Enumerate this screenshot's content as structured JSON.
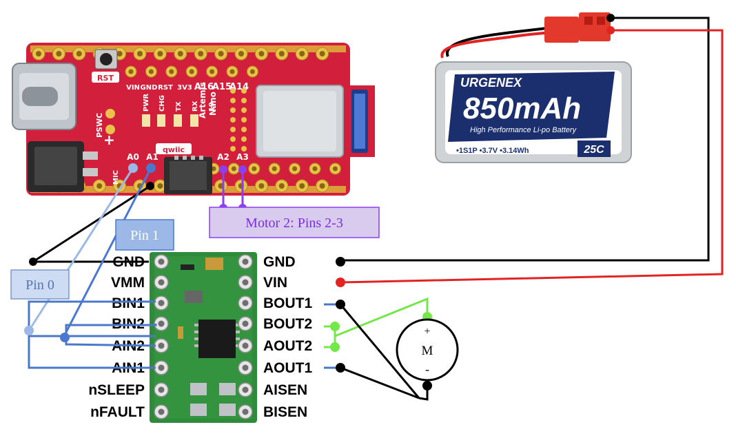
{
  "colors": {
    "board_red": "#d21f3c",
    "driver_green": "#2e8b3a",
    "wire_black": "#000000",
    "wire_red": "#e32222",
    "motor2_purple": "#8b3ff0",
    "pin1_blue": "#4a78d0",
    "pin0_light_blue": "#9cb8e6",
    "green_wire": "#74e84a",
    "driver_in_wire": "#4a78c8"
  },
  "battery": {
    "brand": "URGENEX",
    "capacity": "850mAh",
    "tagline": "High Performance Li-po Battery",
    "specs": "•1S1P •3.7V •3.14Wh",
    "rating": "25C"
  },
  "microcontroller": {
    "rst_label": "RST",
    "pswc_label": "PSWC",
    "mic_label": "MIC",
    "qwiic_label": "qwiic",
    "product_name_1": "Artemis",
    "product_name_2": "Nano",
    "top_pins": [
      "VIN",
      "GND",
      "RST",
      "3V3",
      "A16",
      "A15",
      "A14"
    ],
    "led_labels": [
      "PWR",
      "CHG",
      "TX",
      "RX",
      "19"
    ],
    "bottom_pins": [
      "A0",
      "A1",
      "A2",
      "A3"
    ]
  },
  "callouts": {
    "motor2": "Motor 2: Pins 2-3",
    "pin1": "Pin 1",
    "pin0": "Pin 0"
  },
  "driver": {
    "left_pins": [
      "GND",
      "VMM",
      "BIN1",
      "BIN2",
      "AIN2",
      "AIN1",
      "nSLEEP",
      "nFAULT"
    ],
    "right_pins": [
      "GND",
      "VIN",
      "BOUT1",
      "BOUT2",
      "AOUT2",
      "AOUT1",
      "AISEN",
      "BISEN"
    ]
  },
  "motor": {
    "label": "M",
    "plus": "+",
    "minus": "-"
  }
}
